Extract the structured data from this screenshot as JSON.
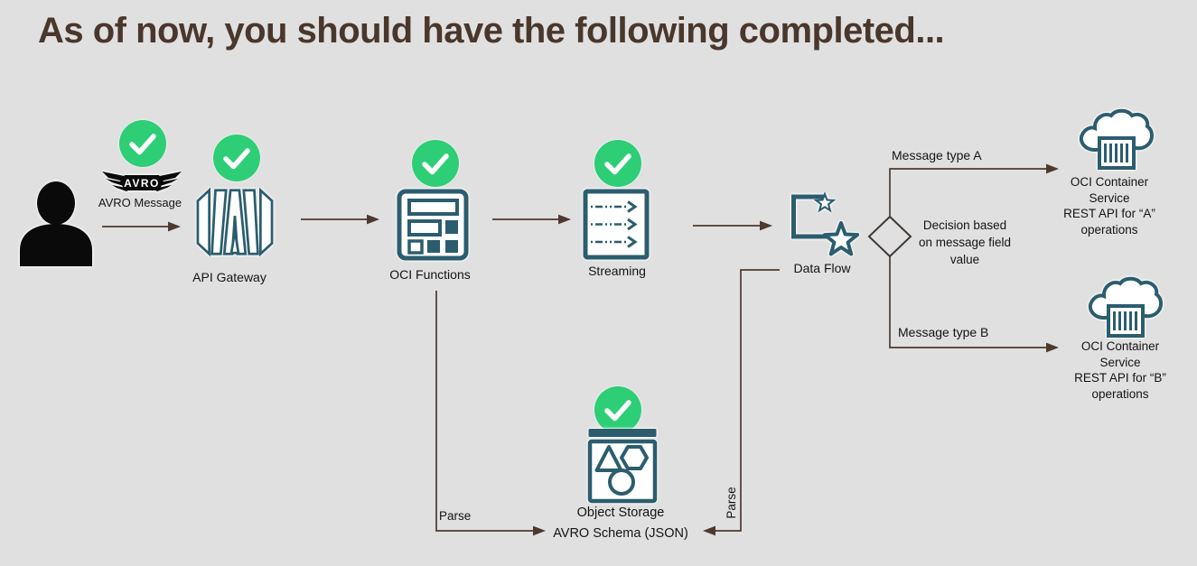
{
  "title": "As of now, you should have the following completed...",
  "colors": {
    "background": "#e0e0e0",
    "title_text": "#4a372c",
    "connector": "#4d392e",
    "icon_teal": "#2b5d6e",
    "check_green": "#2dce76",
    "decision_outline": "#3e3834",
    "label_text": "#141414",
    "person_black": "#0a0a0a"
  },
  "nodes": {
    "user": {
      "completed": false
    },
    "avro_message": {
      "label": "AVRO Message",
      "completed": true
    },
    "api_gateway": {
      "label": "API Gateway",
      "completed": true
    },
    "oci_functions": {
      "label": "OCI Functions",
      "completed": true
    },
    "streaming": {
      "label": "Streaming",
      "completed": true
    },
    "data_flow": {
      "label": "Data Flow",
      "completed": false
    },
    "decision": {
      "lines": [
        "Decision based",
        "on message field",
        "value"
      ]
    },
    "container_service_a": {
      "lines": [
        "OCI Container",
        "Service",
        "REST API for “A”",
        "operations"
      ]
    },
    "container_service_b": {
      "lines": [
        "OCI Container",
        "Service",
        "REST API for “B”",
        "operations"
      ]
    },
    "object_storage": {
      "lines": [
        "Object Storage",
        "AVRO Schema (JSON)"
      ],
      "completed": true
    }
  },
  "edges": {
    "message_type_a": {
      "label": "Message type A"
    },
    "message_type_b": {
      "label": "Message type B"
    },
    "parse_from_functions": {
      "label": "Parse"
    },
    "parse_from_data_flow": {
      "label": "Parse"
    }
  },
  "icons": {
    "user": "person-silhouette-icon",
    "avro_message": "avro-logo-icon",
    "api_gateway": "api-gateway-icon",
    "oci_functions": "oci-functions-icon",
    "streaming": "streaming-icon",
    "data_flow": "data-flow-icon",
    "container_service": "cloud-container-icon",
    "object_storage": "object-storage-icon",
    "completed": "check-circle-icon"
  }
}
